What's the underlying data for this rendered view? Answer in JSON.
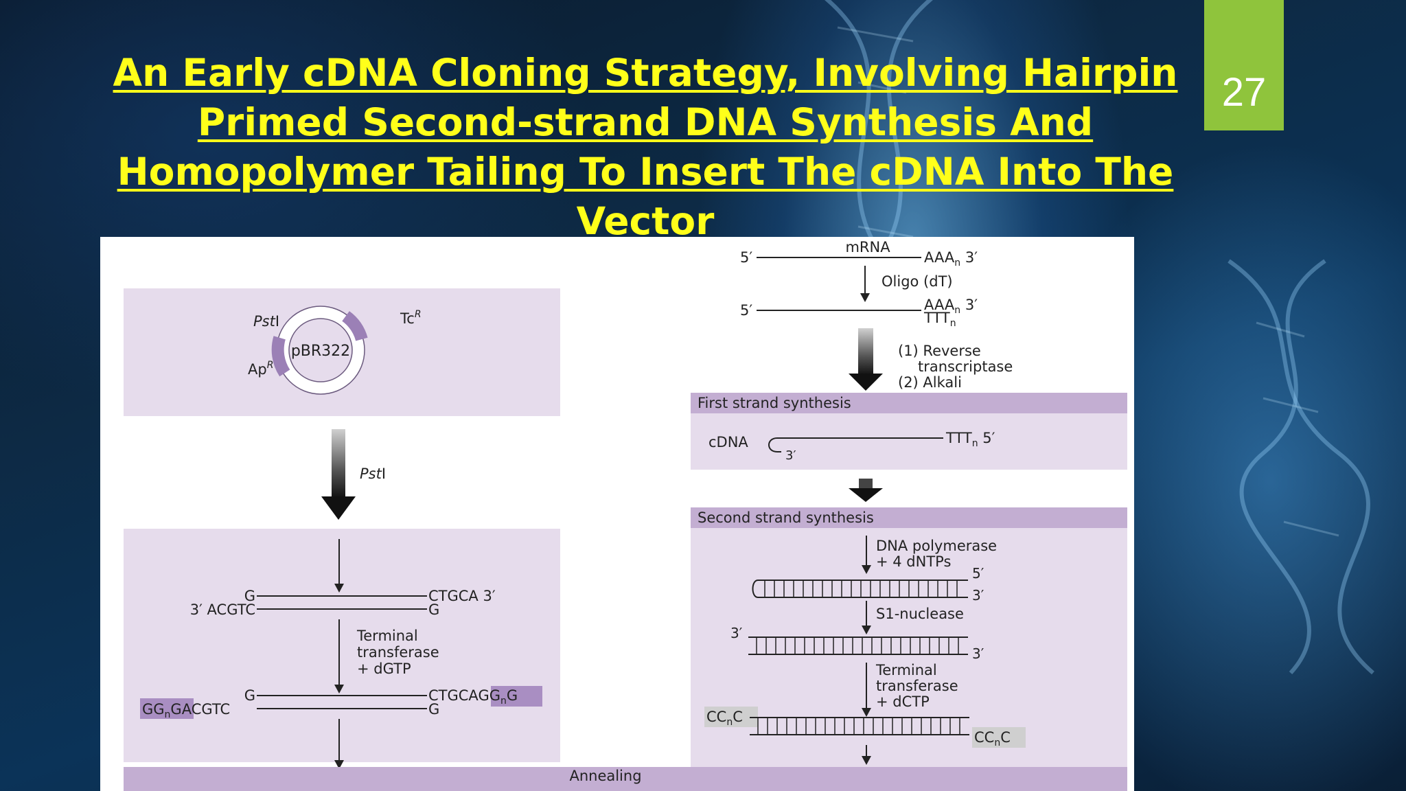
{
  "slide": {
    "title": "An Early cDNA Cloning Strategy, Involving Hairpin Primed Second-strand DNA Synthesis And Homopolymer Tailing To Insert The cDNA Into The Vector",
    "slide_number": "27",
    "colors": {
      "title": "#ffff1a",
      "number_box": "#8fc43c",
      "panel": "#e6dcec",
      "band": "#c3aed2",
      "plasmid_arc": "#9b80b6"
    }
  },
  "figure": {
    "left": {
      "plasmid_name": "pBR322",
      "site_pst": "Pst",
      "site_pst_suffix": "I",
      "tc": "Tc",
      "tc_sup": "R",
      "ap": "Ap",
      "ap_sup": "R",
      "arrow_label": "Pst",
      "arrow_label_suffix": "I",
      "top_strand_left": "G",
      "bottom_strand_left": "3′ ACGTC",
      "top_strand_right": "CTGCA 3′",
      "bottom_strand_right": "G",
      "step_line1": "Terminal",
      "step_line2": "transferase",
      "step_line3": "+ dGTP",
      "tail_left_main": "GG",
      "tail_left_sub": "n",
      "tail_left_end": "G",
      "after_left": "ACGTC",
      "top2_left": "G",
      "top2_right": "CTGCA",
      "tail_right_main": "GG",
      "tail_right_sub": "n",
      "tail_right_end": "G",
      "bottom2_right": "G"
    },
    "right": {
      "mrna": "mRNA",
      "five_prime_1": "5′",
      "aaa_1": "AAA",
      "aaa_1_sub": "n",
      "aaa_1_end": " 3′",
      "oligo": "Oligo (dT)",
      "five_prime_2": "5′",
      "aaa_2": "AAA",
      "aaa_2_sub": "n",
      "aaa_2_end": " 3′",
      "ttt_2": "TTT",
      "ttt_2_sub": "n",
      "rt_line1": "(1) Reverse",
      "rt_line2": "transcriptase",
      "rt_line3": "(2) Alkali",
      "first_strand": "First strand synthesis",
      "cdna": "cDNA",
      "three_prime_hook": "3′",
      "ttt_3": "TTT",
      "ttt_3_sub": "n",
      "ttt_3_end": " 5′",
      "second_strand": "Second strand synthesis",
      "pol_line1": "DNA polymerase",
      "pol_line2": "+ 4 dNTPs",
      "hp_5": "5′",
      "hp_3": "3′",
      "s1": "S1-nuclease",
      "ds_3_left": "3′",
      "ds_3_right": "3′",
      "tt_line1": "Terminal",
      "tt_line2": "transferase",
      "tt_line3": "+ dCTP",
      "cc_left": "CC",
      "cc_left_sub": "n",
      "cc_left_end": "C",
      "cc_right": "CC",
      "cc_right_sub": "n",
      "cc_right_end": "C"
    },
    "annealing": "Annealing"
  }
}
